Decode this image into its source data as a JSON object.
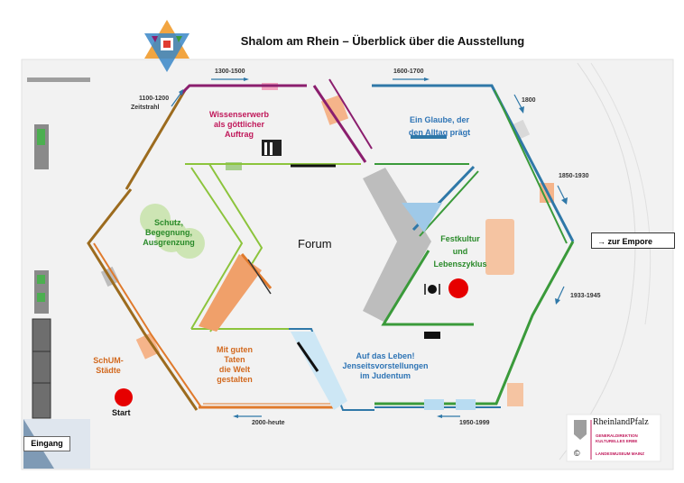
{
  "header": {
    "title": "Shalom am Rhein – Überblick über die Ausstellung"
  },
  "eras": {
    "e1100": "1100-1200",
    "zeitstrahl": "Zeitstrahl",
    "e1300": "1300-1500",
    "e1600": "1600-1700",
    "e1800": "1800",
    "e1850": "1850-1930",
    "e1933": "1933-1945",
    "e1950": "1950-1999",
    "e2000": "2000-heute"
  },
  "themes": {
    "wissen": [
      "Wissenserwerb",
      "als göttlicher",
      "Auftrag"
    ],
    "glaube": [
      "Ein Glaube, der",
      "den Alltag prägt"
    ],
    "schutz": [
      "Schutz,",
      "Begegnung,",
      "Ausgrenzung"
    ],
    "fest": [
      "Festkultur",
      "und",
      "Lebenszyklus"
    ],
    "taten": [
      "Mit guten",
      "Taten",
      "die Welt",
      "gestalten"
    ],
    "leben": [
      "Auf das Leben!",
      "Jenseitsvorstellungen",
      "im Judentum"
    ],
    "schum": [
      "SchUM-",
      "Städte"
    ]
  },
  "labels": {
    "forum": "Forum",
    "start": "Start",
    "empore": "→ zur Empore",
    "eingang": "Eingang",
    "copyright": "©"
  },
  "logo": {
    "name": "RheinlandPfalz",
    "line1": "GENERALDIREKTION",
    "line2": "KULTURELLES ERBE",
    "line3": "LANDESMUSEUM MAINZ"
  },
  "colors": {
    "purple": "#8b1e6e",
    "blue": "#2f78a8",
    "green": "#3a9a3a",
    "lightgreen": "#8cc43c",
    "orange": "#e07a2c",
    "brown": "#9c6b1e",
    "red": "#e60000",
    "peach": "#f5b48a",
    "magenta": "#c0185a",
    "textblue": "#2e74b5",
    "textgreen": "#2a8a2a",
    "textorange": "#d2691e"
  }
}
